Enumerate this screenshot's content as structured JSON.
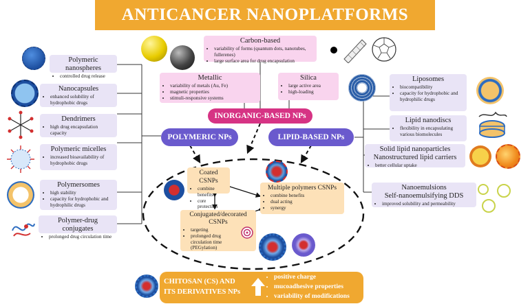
{
  "title": "ANTICANCER NANOPLATFORMS",
  "categories": {
    "inorganic": "INORGANIC-BASED NPs",
    "polymeric": "POLYMERIC NPs",
    "lipid": "LIPID-BASED NPs"
  },
  "inorganic": {
    "carbon": {
      "title": "Carbon-based",
      "bullets": [
        "variability of forms (quantum dots, nanotubes, fullerenes)",
        "large surface area for drug encapsulation"
      ]
    },
    "metallic": {
      "title": "Metallic",
      "bullets": [
        "variability of metals (Au, Fe)",
        "magnetic properties",
        "stimuli-responsive systems"
      ]
    },
    "silica": {
      "title": "Silica",
      "bullets": [
        "large active area",
        "high-loading"
      ]
    }
  },
  "polymeric": {
    "nanospheres": {
      "title": "Polymeric nanospheres",
      "bullets": [
        "controlled drug release"
      ]
    },
    "nanocapsules": {
      "title": "Nanocapsules",
      "bullets": [
        "enhanced solubility of hydrophobic drugs"
      ]
    },
    "dendrimers": {
      "title": "Dendrimers",
      "bullets": [
        "high drug encapsulation capacity"
      ]
    },
    "micelles": {
      "title": "Polymeric micelles",
      "bullets": [
        "increased bioavailability of hydrophobic drugs"
      ]
    },
    "polymersomes": {
      "title": "Polymersomes",
      "bullets": [
        "high stability",
        "capacity for hydrophobic and hydrophilic drugs"
      ]
    },
    "conjugates": {
      "title": "Polymer-drug conjugates",
      "bullets": [
        "prolonged drug circulation time"
      ]
    }
  },
  "lipid": {
    "liposomes": {
      "title": "Liposomes",
      "bullets": [
        "biocompatibility",
        "capacity for hydrophobic and hydrophilic drugs"
      ]
    },
    "nanodiscs": {
      "title": "Lipid nanodiscs",
      "bullets": [
        "flexibility in encapsulating various biomolecules"
      ]
    },
    "sln": {
      "title": "Solid lipid nanoparticles",
      "title2": "Nanostructured lipid carriers",
      "bullets": [
        "better cellular uptake"
      ]
    },
    "nanoemulsions": {
      "title": "Nanoemulsions",
      "title2": "Self-nanoemulsifying DDS",
      "bullets": [
        "improved solubility and permeability"
      ]
    }
  },
  "csnps": {
    "coated": {
      "title": "Coated CSNPs",
      "bullets": [
        "combine benefits",
        "core protection"
      ]
    },
    "multiple": {
      "title": "Multiple polymers CSNPs",
      "bullets": [
        "combine benefits",
        "dual acting",
        "synergy"
      ]
    },
    "conjugated": {
      "title": "Conjugated/decorated",
      "title2": "CSNPs",
      "bullets": [
        "targeting",
        "prolonged drug circulation time (PEGylation)"
      ]
    }
  },
  "chitosan": {
    "label_line1": "CHITOSAN (CS) AND",
    "label_line2": "ITS DERIVATIVES NPs",
    "properties": [
      "positive charge",
      "mucoadhesive properties",
      "variability of modifications"
    ]
  },
  "colors": {
    "title_bg": "#f0a830",
    "pill_purple": "#6a5acd",
    "pill_magenta": "#d63384",
    "item_box": "#e9e4f6",
    "inorganic_box": "#f9d4ee",
    "csnp_box": "#fde1b8"
  }
}
